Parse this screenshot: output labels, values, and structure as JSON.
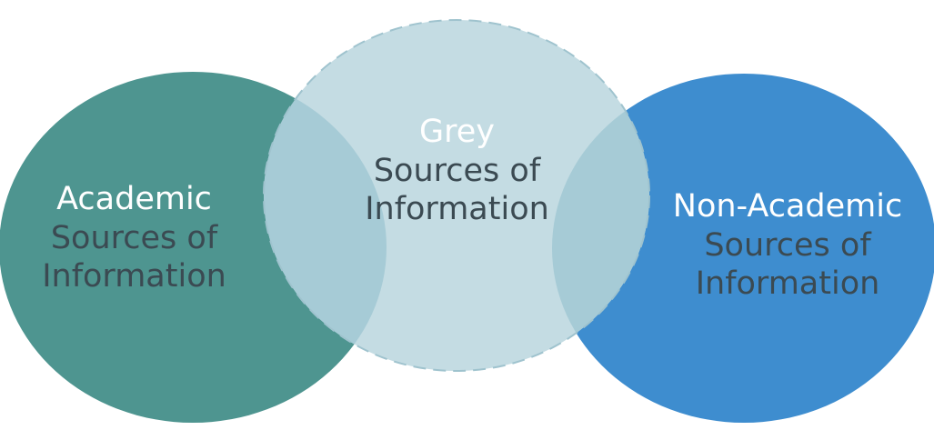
{
  "diagram": {
    "circles": [
      {
        "id": "academic",
        "title": "Academic",
        "line1": "Sources of",
        "line2": "Information",
        "fill": "#4e9590"
      },
      {
        "id": "grey",
        "title": "Grey",
        "line1": "Sources of",
        "line2": "Information",
        "fill": "#c4dce3",
        "border": "dashed"
      },
      {
        "id": "non-academic",
        "title": "Non-Academic",
        "line1": "Sources of",
        "line2": "Information",
        "fill": "#3e8dcf"
      }
    ],
    "overlap_fill": "#a6cbd6",
    "title_color": "#ffffff",
    "text_color": "#3b4a52"
  }
}
